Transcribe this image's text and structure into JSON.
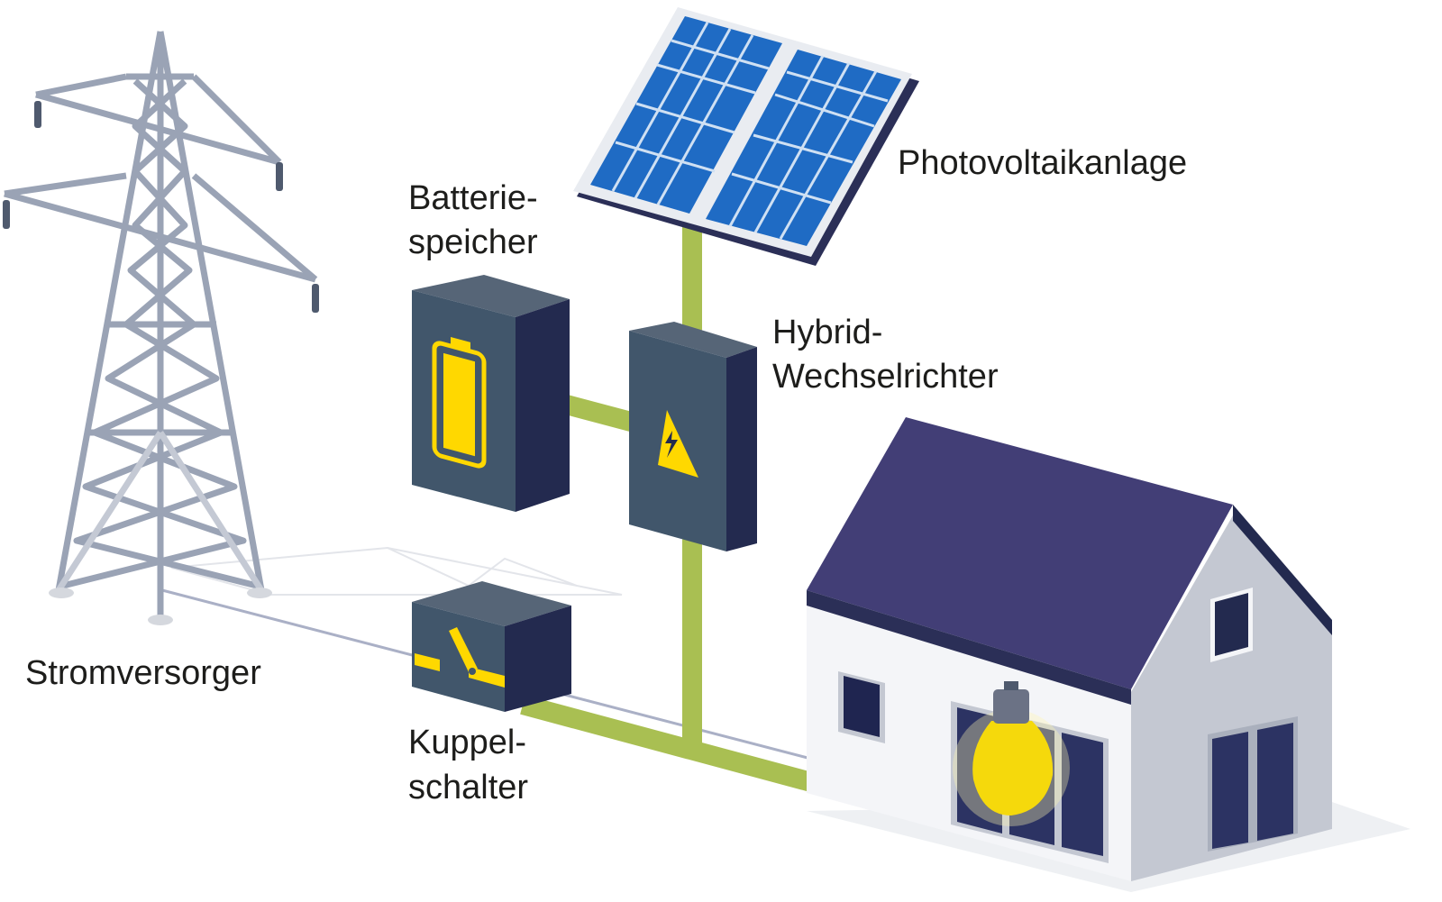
{
  "labels": {
    "pv": "Photovoltaikanlage",
    "battery_1": "Batterie-",
    "battery_2": "speicher",
    "inverter_1": "Hybrid-",
    "inverter_2": "Wechselrichter",
    "grid": "Stromversorger",
    "coupler_1": "Kuppel-",
    "coupler_2": "schalter"
  },
  "icons": [
    "power-tower-icon",
    "solar-panel-icon",
    "battery-icon",
    "high-voltage-warning-icon",
    "switch-icon",
    "house-icon",
    "light-bulb-icon"
  ],
  "colors": {
    "cable": "#a9bf52",
    "box_front": "#41566b",
    "box_side": "#232a4f",
    "box_top": "#566577",
    "accent_yellow": "#ffd800",
    "roof": "#423e76",
    "panel_cell": "#2f7fd0",
    "tower": "#9aa3b5"
  }
}
